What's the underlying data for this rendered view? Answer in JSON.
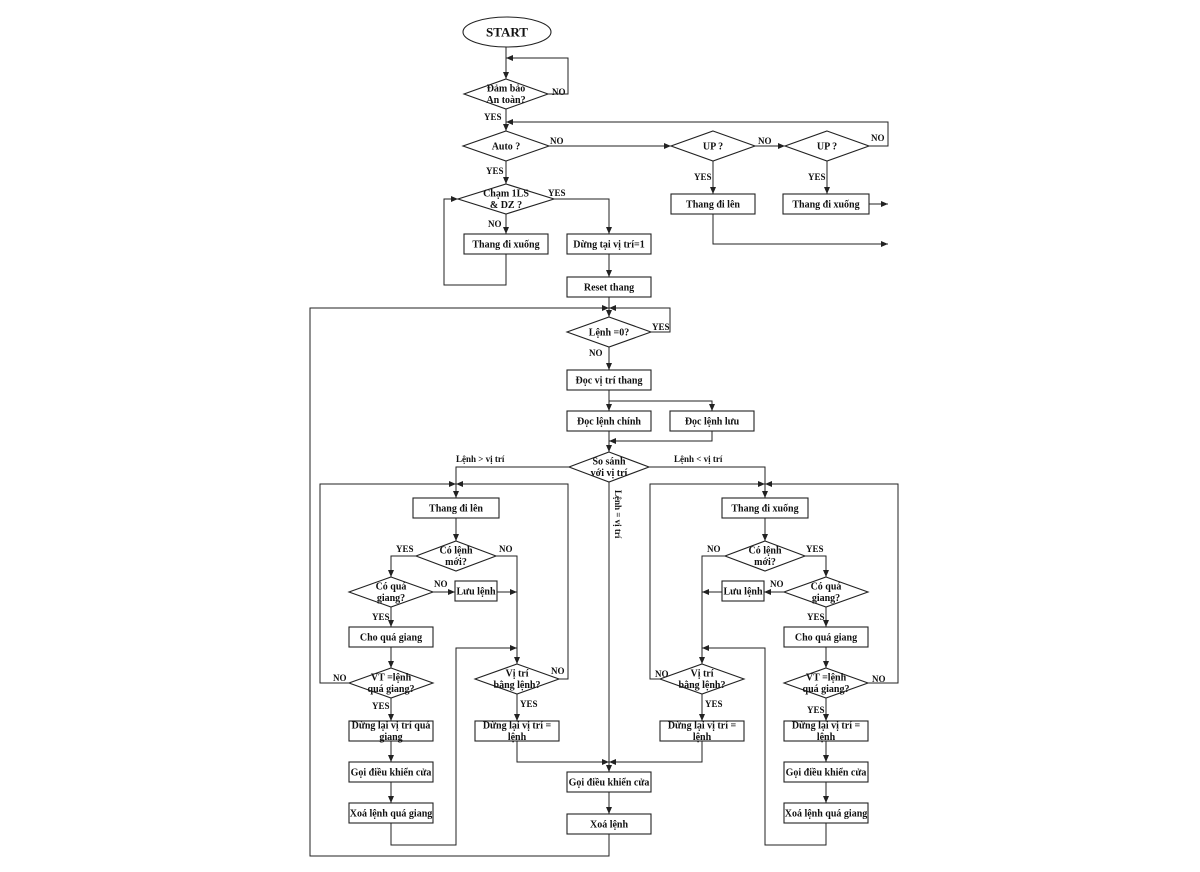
{
  "nodes": {
    "start": "START",
    "safe": [
      "Đảm bảo",
      "An toàn?"
    ],
    "auto": [
      "Auto ?"
    ],
    "cham": [
      "Chạm 1LS",
      "& DZ ?"
    ],
    "up1": [
      "UP ?"
    ],
    "up2": [
      "UP ?"
    ],
    "tdl1": [
      "Thang đi lên"
    ],
    "tdx1": [
      "Thang đi xuống"
    ],
    "tdx0": [
      "Thang đi xuống"
    ],
    "dung1": [
      "Dừng tại vị trí=1"
    ],
    "reset": [
      "Reset thang"
    ],
    "lenh0": [
      "Lệnh =0?"
    ],
    "docvt": [
      "Đọc vị trí thang"
    ],
    "docchinh": [
      "Đọc lệnh chính"
    ],
    "docluu": [
      "Đọc lệnh lưu"
    ],
    "sosanh": [
      "So sánh",
      "với vị trí"
    ],
    "tdlL": [
      "Thang đi lên"
    ],
    "comoiL": [
      "Có lệnh",
      "mới?"
    ],
    "coquaL": [
      "Có quá",
      "giang?"
    ],
    "luuL": [
      "Lưu lệnh"
    ],
    "choL": [
      "Cho quá giang"
    ],
    "vtqgL": [
      "VT =lệnh",
      "quá giang?"
    ],
    "vtbL": [
      "Vị trí",
      "bằng lệnh?"
    ],
    "dqgL": [
      "Dừng lại vị trí quá",
      "giang"
    ],
    "dvtL": [
      "Dừng lại vị trí =",
      "lệnh"
    ],
    "gdkL": [
      "Gọi điều khiển cửa"
    ],
    "xqgL": [
      "Xoá lệnh quá giang"
    ],
    "gdkC": [
      "Gọi điều khiển cửa"
    ],
    "xoaC": [
      "Xoá lệnh"
    ],
    "tdxR": [
      "Thang đi xuống"
    ],
    "comoiR": [
      "Có lệnh",
      "mới?"
    ],
    "coquaR": [
      "Có quá",
      "giang?"
    ],
    "luuR": [
      "Lưu lệnh"
    ],
    "choR": [
      "Cho quá giang"
    ],
    "vtqgR": [
      "VT =lệnh",
      "quá giang?"
    ],
    "vtbR": [
      "Vị trí",
      "bằng lệnh?"
    ],
    "dqgR": [
      "Dừng lại vị trí =",
      "lệnh"
    ],
    "dvtR": [
      "Dừng lại vị trí =",
      "lệnh"
    ],
    "gdkR": [
      "Gọi điều khiển cửa"
    ],
    "xqgR": [
      "Xoá lệnh quá giang"
    ]
  },
  "edge_labels": {
    "safe_no": "NO",
    "safe_yes": "YES",
    "auto_no": "NO",
    "auto_yes": "YES",
    "cham_yes": "YES",
    "cham_no": "NO",
    "up1_no": "NO",
    "up1_yes": "YES",
    "up2_no": "NO",
    "up2_yes": "YES",
    "lenh0_yes": "YES",
    "lenh0_no": "NO",
    "lenh_gt": "Lệnh > vị trí",
    "lenh_lt": "Lệnh < vị trí",
    "lenh_eq": "Lệnh = vị trí",
    "comoiL_yes": "YES",
    "comoiL_no": "NO",
    "coquaL_no": "NO",
    "coquaL_yes": "YES",
    "vtqgL_no": "NO",
    "vtqgL_yes": "YES",
    "vtbL_no": "NO",
    "vtbL_yes": "YES",
    "comoiR_no": "NO",
    "comoiR_yes": "YES",
    "coquaR_no": "NO",
    "coquaR_yes": "YES",
    "vtbR_no": "NO",
    "vtbR_yes": "YES",
    "vtqgR_no": "NO",
    "vtqgR_yes": "YES"
  }
}
